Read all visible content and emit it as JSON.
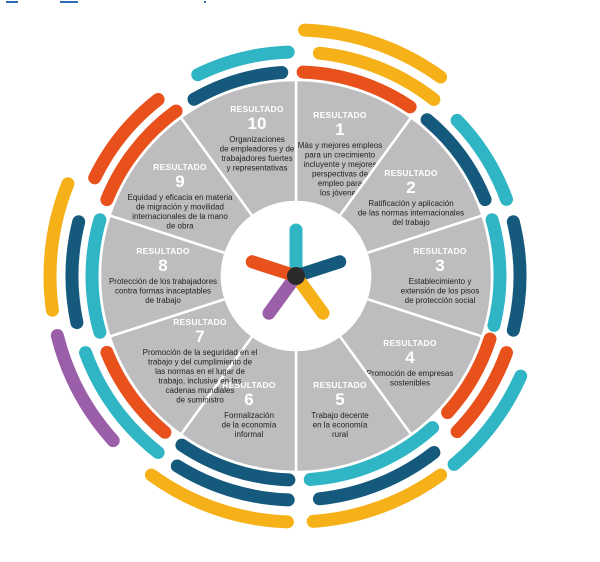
{
  "diagram_data": {
    "header_word": "RESULTADO",
    "results": [
      {
        "number": "1",
        "lines": [
          "Más y mejores empleos",
          "para un crecimiento",
          "incluyente y mejores",
          "perspectivas de",
          "empleo para",
          "los jóvenes"
        ]
      },
      {
        "number": "2",
        "lines": [
          "Ratificación y aplicación",
          "de las normas internacionales",
          "del trabajo"
        ]
      },
      {
        "number": "3",
        "lines": [
          "Establecimiento y",
          "extensión de los pisos",
          "de protección social"
        ]
      },
      {
        "number": "4",
        "lines": [
          "Promoción de empresas",
          "sostenibles"
        ]
      },
      {
        "number": "5",
        "lines": [
          "Trabajo decente",
          "en la economía",
          "rural"
        ]
      },
      {
        "number": "6",
        "lines": [
          "Formalización",
          "de la economía",
          "informal"
        ]
      },
      {
        "number": "7",
        "lines": [
          "Promoción de la seguridad en el",
          "trabajo y del cumplimiento de",
          "las normas en el lugar de",
          "trabajo, inclusive en las",
          "cadenas mundiales",
          "de suministro"
        ]
      },
      {
        "number": "8",
        "lines": [
          "Protección de los trabajadores",
          "contra formas inaceptables",
          "de trabajo"
        ]
      },
      {
        "number": "9",
        "lines": [
          "Equidad y eficacia en materia",
          "de migración y movilidad",
          "internacionales de la mano",
          "de obra"
        ]
      },
      {
        "number": "10",
        "lines": [
          "Organizaciones",
          "de empleadores y de",
          "trabajadores fuertes",
          "y representativas"
        ]
      }
    ],
    "colors": {
      "segment": "#bdbdbf",
      "segment_divider": "#ffffff",
      "orange": "#e8501c",
      "teal": "#2fb5c4",
      "navy": "#155a7c",
      "yellow": "#f6b118",
      "purple": "#9b5ea8",
      "hub_dark": "#2a2a2a"
    }
  }
}
